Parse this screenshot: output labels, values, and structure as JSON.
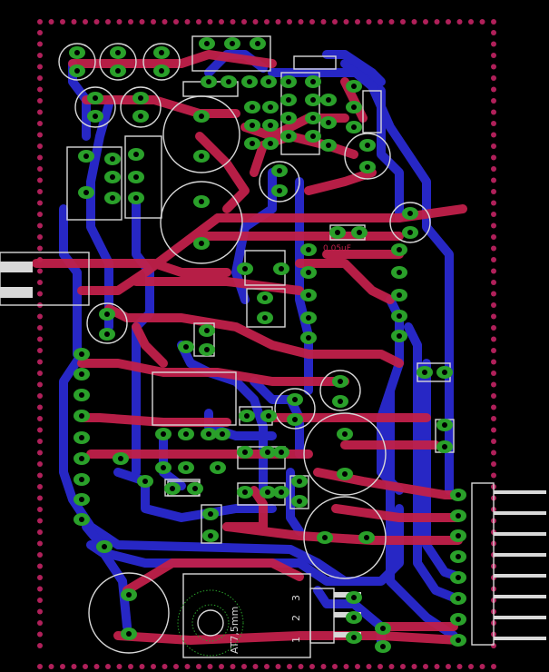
{
  "board": {
    "labels": {
      "heatsink_text": "AT7,5mm",
      "pin1": "1",
      "pin2": "2",
      "pin3": "3",
      "smd_label": "0.05uF"
    },
    "colors": {
      "background": "#000000",
      "bottom_copper": "#2a2ad0",
      "top_copper": "#c0204a",
      "pad": "#2aa02a",
      "silkscreen": "#d8d8d8",
      "outline_dots": "#b0205a"
    }
  }
}
